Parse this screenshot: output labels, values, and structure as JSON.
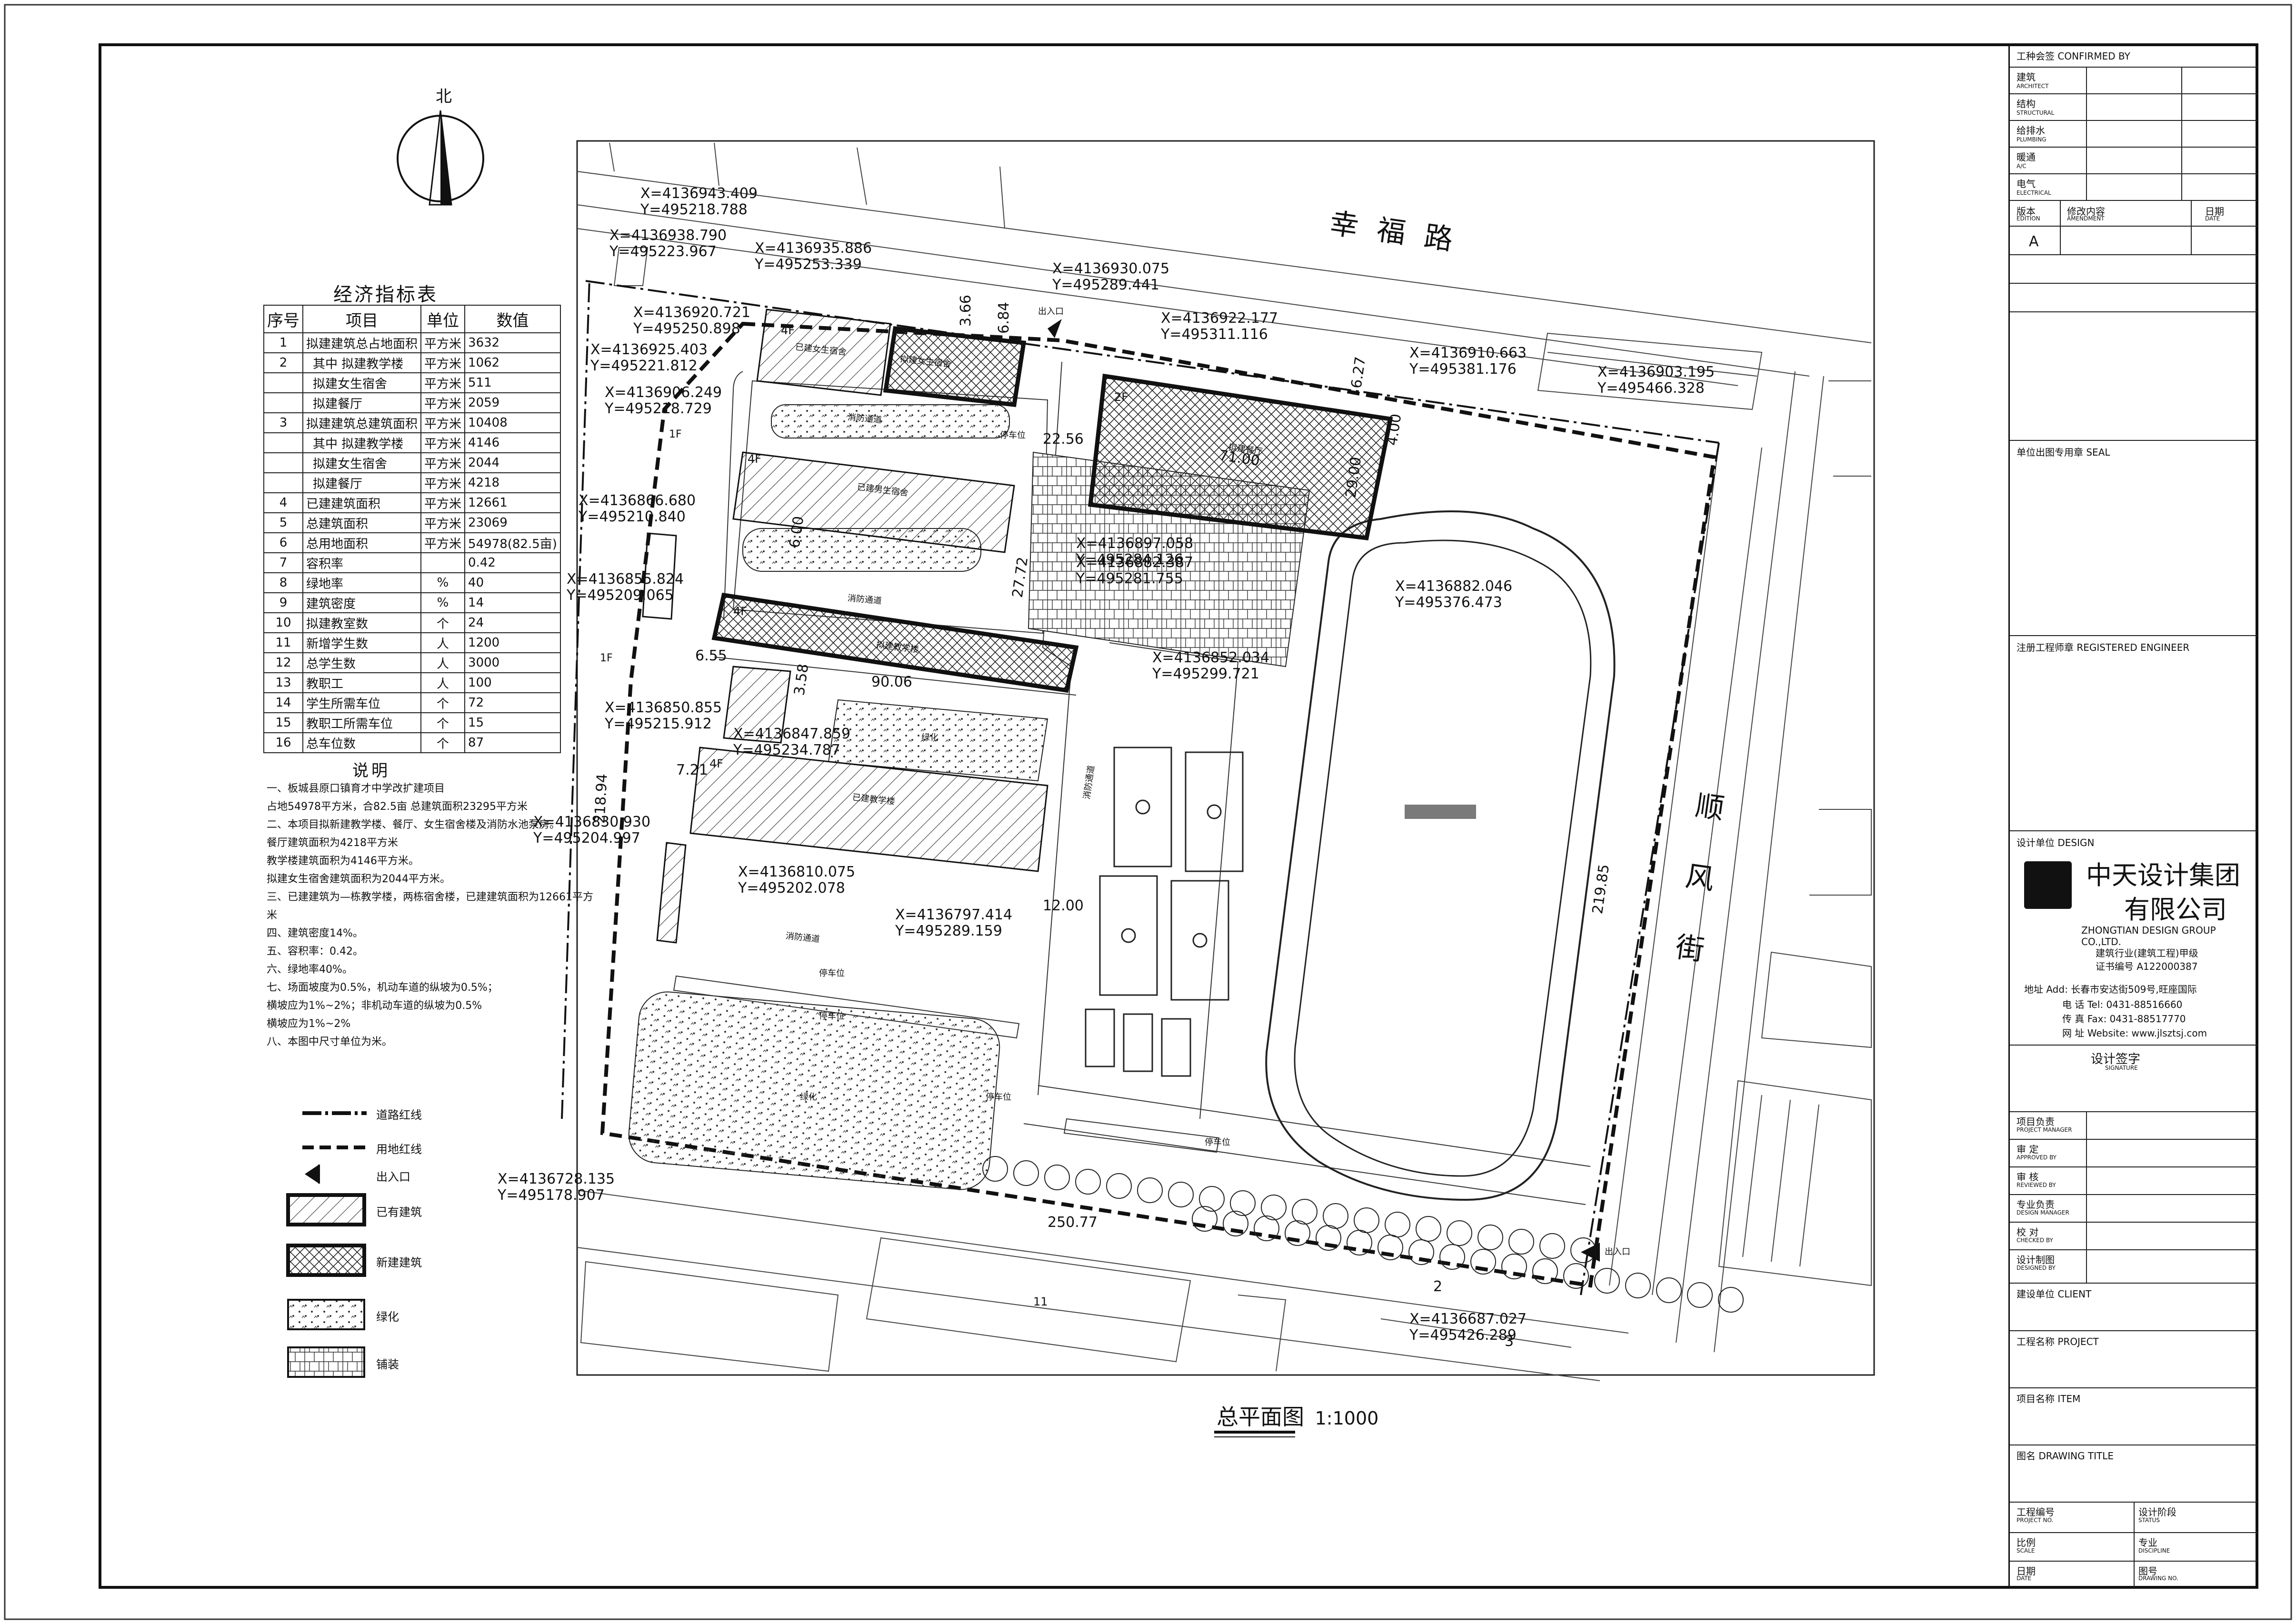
{
  "north_label": "北",
  "street_north": "幸福路",
  "street_east": "顺风街",
  "drawing_title": "总平面图",
  "drawing_scale": "1:1000",
  "economic_table": {
    "title": "经济指标表",
    "headers": [
      "序号",
      "项目",
      "单位",
      "数值"
    ],
    "rows": [
      {
        "no": "1",
        "item": "拟建建筑总占地面积",
        "unit": "平方米",
        "value": "3632"
      },
      {
        "no": "2",
        "group": "其中",
        "item": "拟建教学楼",
        "unit": "平方米",
        "value": "1062"
      },
      {
        "no": "",
        "group": "",
        "item": "拟建女生宿舍",
        "unit": "平方米",
        "value": "511"
      },
      {
        "no": "",
        "group": "",
        "item": "拟建餐厅",
        "unit": "平方米",
        "value": "2059"
      },
      {
        "no": "3",
        "item": "拟建建筑总建筑面积",
        "unit": "平方米",
        "value": "10408"
      },
      {
        "no": "",
        "group": "其中",
        "item": "拟建教学楼",
        "unit": "平方米",
        "value": "4146"
      },
      {
        "no": "",
        "group": "",
        "item": "拟建女生宿舍",
        "unit": "平方米",
        "value": "2044"
      },
      {
        "no": "",
        "group": "",
        "item": "拟建餐厅",
        "unit": "平方米",
        "value": "4218"
      },
      {
        "no": "4",
        "item": "已建建筑面积",
        "unit": "平方米",
        "value": "12661"
      },
      {
        "no": "5",
        "item": "总建筑面积",
        "unit": "平方米",
        "value": "23069"
      },
      {
        "no": "6",
        "item": "总用地面积",
        "unit": "平方米",
        "value": "54978(82.5亩)"
      },
      {
        "no": "7",
        "item": "容积率",
        "unit": "",
        "value": "0.42"
      },
      {
        "no": "8",
        "item": "绿地率",
        "unit": "%",
        "value": "40"
      },
      {
        "no": "9",
        "item": "建筑密度",
        "unit": "%",
        "value": "14"
      },
      {
        "no": "10",
        "item": "拟建教室数",
        "unit": "个",
        "value": "24"
      },
      {
        "no": "11",
        "item": "新增学生数",
        "unit": "人",
        "value": "1200"
      },
      {
        "no": "12",
        "item": "总学生数",
        "unit": "人",
        "value": "3000"
      },
      {
        "no": "13",
        "item": "教职工",
        "unit": "人",
        "value": "100"
      },
      {
        "no": "14",
        "item": "学生所需车位",
        "unit": "个",
        "value": "72"
      },
      {
        "no": "15",
        "item": "教职工所需车位",
        "unit": "个",
        "value": "15"
      },
      {
        "no": "16",
        "item": "总车位数",
        "unit": "个",
        "value": "87"
      }
    ]
  },
  "notes": {
    "title": "说明",
    "lines": [
      "一、板城县原口镇育才中学改扩建项目",
      "占地54978平方米，合82.5亩 总建筑面积23295平方米",
      "二、本项目拟新建教学楼、餐厅、女生宿舍楼及消防水池泵房。",
      "餐厅建筑面积为4218平方米",
      "教学楼建筑面积为4146平方米。",
      "拟建女生宿舍建筑面积为2044平方米。",
      "三、已建建筑为—栋教学楼，两栋宿舍楼，已建建筑面积为12661平方米",
      "四、建筑密度14%。",
      "五、容积率：0.42。",
      "六、绿地率40%。",
      "七、场面坡度为0.5%，机动车道的纵坡为0.5%；",
      "横坡应为1%~2%；非机动车道的纵坡为0.5%",
      "横坡应为1%~2%",
      "八、本图中尺寸单位为米。"
    ]
  },
  "legend": [
    {
      "symbol": "road-red-line",
      "label": "道路红线"
    },
    {
      "symbol": "site-red-line",
      "label": "用地红线"
    },
    {
      "symbol": "entrance",
      "label": "出入口"
    },
    {
      "symbol": "existing-building",
      "label": "已有建筑"
    },
    {
      "symbol": "new-building",
      "label": "新建建筑"
    },
    {
      "symbol": "greenery",
      "label": "绿化"
    },
    {
      "symbol": "paving",
      "label": "铺装"
    }
  ],
  "coordinates": [
    {
      "x": "X=4136943.409",
      "y": "Y=495218.788"
    },
    {
      "x": "X=4136938.790",
      "y": "Y=495223.967"
    },
    {
      "x": "X=4136935.886",
      "y": "Y=495253.339"
    },
    {
      "x": "X=4136930.075",
      "y": "Y=495289.441"
    },
    {
      "x": "X=4136920.721",
      "y": "Y=495250.898"
    },
    {
      "x": "X=4136925.403",
      "y": "Y=495221.812"
    },
    {
      "x": "X=4136906.249",
      "y": "Y=495218.729"
    },
    {
      "x": "X=4136922.177",
      "y": "Y=495311.116"
    },
    {
      "x": "X=4136910.663",
      "y": "Y=495381.176"
    },
    {
      "x": "X=4136903.195",
      "y": "Y=495466.328"
    },
    {
      "x": "X=4136866.680",
      "y": "Y=495210.840"
    },
    {
      "x": "X=4136855.824",
      "y": "Y=495209.065"
    },
    {
      "x": "X=4136897.058",
      "y": "Y=495284.126"
    },
    {
      "x": "X=4136882.387",
      "y": "Y=495281.755"
    },
    {
      "x": "X=4136882.046",
      "y": "Y=495376.473"
    },
    {
      "x": "X=4136852.034",
      "y": "Y=495299.721"
    },
    {
      "x": "X=4136850.855",
      "y": "Y=495215.912"
    },
    {
      "x": "X=4136847.859",
      "y": "Y=495234.787"
    },
    {
      "x": "X=4136830.930",
      "y": "Y=495204.997"
    },
    {
      "x": "X=4136810.075",
      "y": "Y=495202.078"
    },
    {
      "x": "X=4136797.414",
      "y": "Y=495289.159"
    },
    {
      "x": "X=4136728.135",
      "y": "Y=495178.907"
    },
    {
      "x": "X=4136687.027",
      "y": "Y=495426.289"
    }
  ],
  "dimensions": {
    "d1": "3.66",
    "d2": "6.84",
    "d3": "22.56",
    "d4": "71.00",
    "d5": "29.00",
    "d6": "6.27",
    "d7": "4.00",
    "d8": "6.00",
    "d9": "27.72",
    "d10": "6.55",
    "d11": "3.58",
    "d12": "90.06",
    "d13": "12.00",
    "d14": "218.94",
    "d15": "219.85",
    "d16": "250.77",
    "d17": "7.21",
    "d18": "2",
    "d19": "3"
  },
  "plan_labels": {
    "fire_road": "消防通道",
    "parking": "停车位",
    "entrance": "出入口",
    "existing_girls_dorm": "已建女生宿舍",
    "new_girls_dorm": "拟建女生宿舍",
    "new_dining": "拟建餐厅",
    "existing_boys_dorm": "已建男生宿舍",
    "new_teaching": "拟建教学楼",
    "existing_teaching": "已建教学楼",
    "greenery": "绿化",
    "floors_4f": "4F",
    "floors_2f": "2F",
    "floors_1f": "1F",
    "bldg_no": "11"
  },
  "title_block": {
    "confirmed": "工种会签 CONFIRMED BY",
    "architect": "建筑",
    "architect_en": "ARCHITECT",
    "structural": "结构",
    "structural_en": "STRUCTURAL",
    "plumbing": "给排水",
    "plumbing_en": "PLUMBING",
    "ac": "暖通",
    "ac_en": "A/C",
    "electrical": "电气",
    "electrical_en": "ELECTRICAL",
    "edition": "版本",
    "edition_en": "EDITION",
    "amendment": "修改内容",
    "amendment_en": "AMENDMENT",
    "date": "日期",
    "date_en": "DATE",
    "edition_val": "A",
    "seal": "单位出图专用章 SEAL",
    "engineer": "注册工程师章 REGISTERED ENGINEER",
    "design": "设计单位 DESIGN",
    "company_cn_1": "中天设计集团",
    "company_cn_2": "有限公司",
    "company_en": "ZHONGTIAN DESIGN GROUP CO.,LTD.",
    "qual_1": "建筑行业(建筑工程)甲级",
    "qual_2": "证书编号 A122000387",
    "addr": "地址 Add: 长春市安达街509号,旺座国际",
    "tel": "电 话 Tel: 0431-88516660",
    "fax": "传 真 Fax: 0431-88517770",
    "web": "网 址 Website: www.jlsztsj.com",
    "sign": "设计签字",
    "sign_en": "SIGNATURE",
    "roles": [
      {
        "cn": "项目负责",
        "en": "PROJECT MANAGER"
      },
      {
        "cn": "审 定",
        "en": "APPROVED BY"
      },
      {
        "cn": "审 核",
        "en": "REVIEWED BY"
      },
      {
        "cn": "专业负责",
        "en": "DESIGN MANAGER"
      },
      {
        "cn": "校 对",
        "en": "CHECKED BY"
      },
      {
        "cn": "设计制图",
        "en": "DESIGNED BY"
      }
    ],
    "client": "建设单位 CLIENT",
    "project": "工程名称 PROJECT",
    "item": "项目名称 ITEM",
    "drawing_title": "图名 DRAWING TITLE",
    "project_no": "工程编号",
    "project_no_en": "PROJECT NO.",
    "status": "设计阶段",
    "status_en": "STATUS",
    "scale": "比例",
    "scale_en": "SCALE",
    "discipline": "专业",
    "discipline_en": "DISCIPLINE",
    "date2": "日期",
    "date2_en": "DATE",
    "drawing_no": "图号",
    "drawing_no_en": "DRAWING NO."
  },
  "colors": {
    "line": "#111111",
    "paper": "#ffffff",
    "grey": "#888888"
  }
}
